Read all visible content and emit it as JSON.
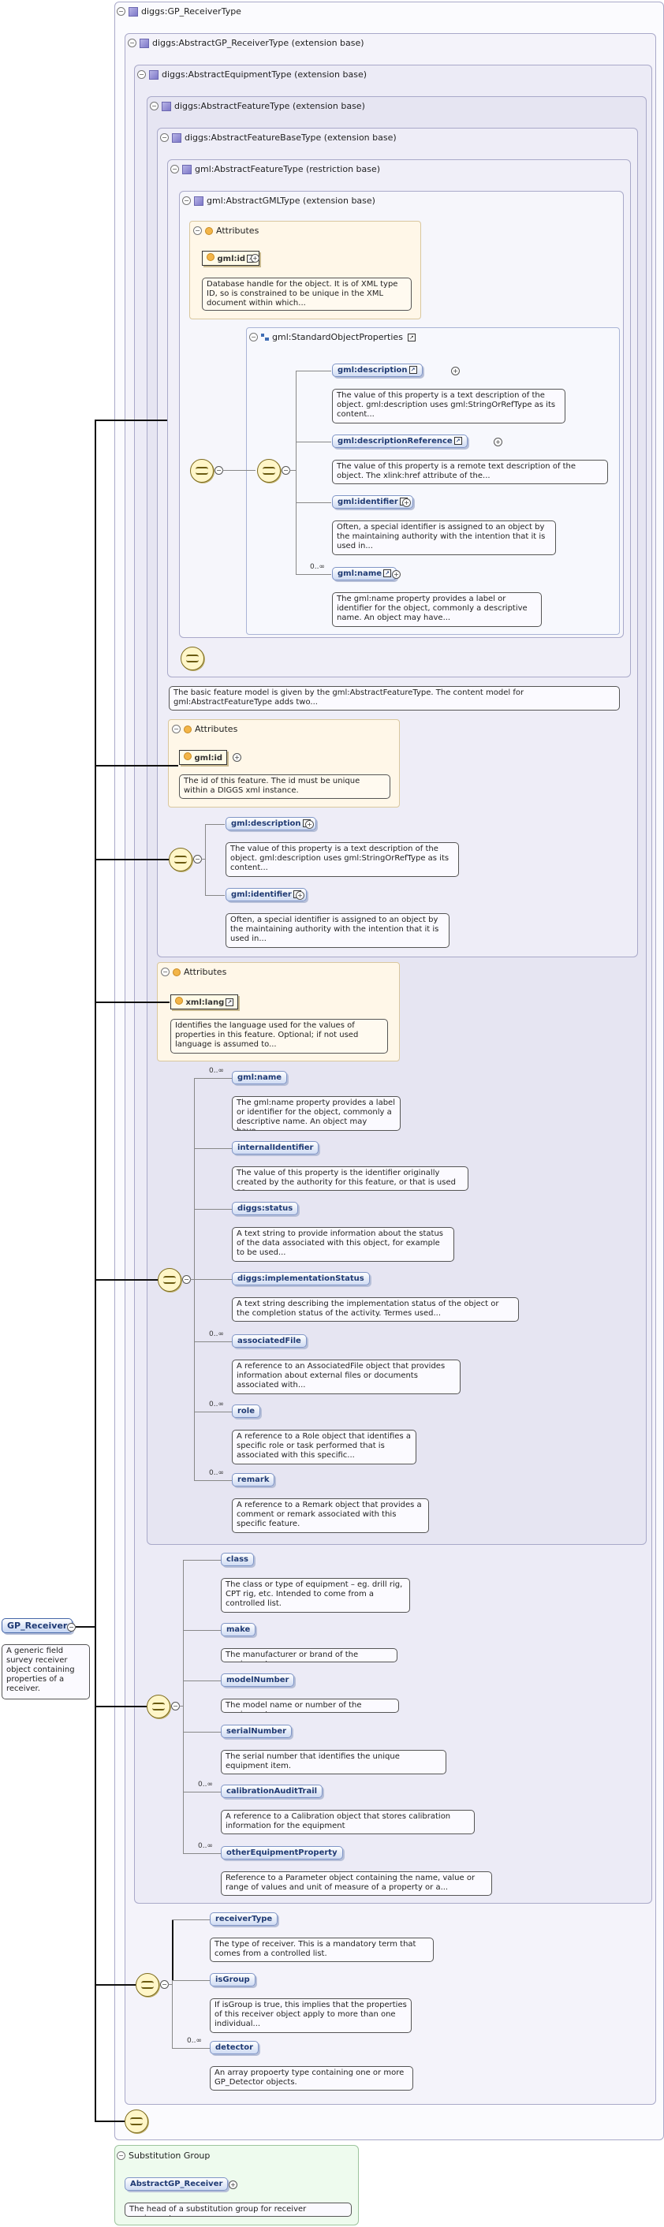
{
  "headers": {
    "receiver_type": "diggs:GP_ReceiverType",
    "abstract_gp_receiver": "diggs:AbstractGP_ReceiverType (extension base)",
    "abstract_equipment": "diggs:AbstractEquipmentType (extension base)",
    "abstract_feature": "diggs:AbstractFeatureType (extension base)",
    "abstract_feature_base": "diggs:AbstractFeatureBaseType (extension base)",
    "gml_abstract_feature": "gml:AbstractFeatureType (restriction base)",
    "gml_abstract_gml": "gml:AbstractGMLType (extension base)",
    "attributes": "Attributes",
    "std_object_props": "gml:StandardObjectProperties",
    "substitution_group": "Substitution Group"
  },
  "gml_attrs": {
    "id_name": "gml:id",
    "id_desc": "Database handle for the object. It is of XML type ID, so is constrained to be unique in the XML document within which..."
  },
  "std_props": [
    {
      "name": "gml:description",
      "desc": "The value of this property is a text description of the object. gml:description uses gml:StringOrRefType as its content..."
    },
    {
      "name": "gml:descriptionReference",
      "desc": "The value of this property is a remote text description of the object. The xlink:href attribute of the..."
    },
    {
      "name": "gml:identifier",
      "desc": "Often, a special identifier is assigned to an object by the maintaining authority with the intention that it is used in..."
    },
    {
      "name": "gml:name",
      "mult": "0..∞",
      "desc": "The gml:name property provides a label or identifier for the object, commonly a descriptive name. An object may have..."
    }
  ],
  "feature_type_desc": "The basic feature model is given by the gml:AbstractFeatureType. The content model for gml:AbstractFeatureType adds two...",
  "base_attrs": {
    "id_name": "gml:id",
    "id_desc": "The id of this feature. The id must be unique within a DIGGS xml instance."
  },
  "base_elems": [
    {
      "name": "gml:description",
      "desc": "The value of this property is a text description of the object. gml:description uses gml:StringOrRefType as its content..."
    },
    {
      "name": "gml:identifier",
      "desc": "Often, a special identifier is assigned to an object by the maintaining authority with the intention that it is used in..."
    }
  ],
  "feature_attrs": {
    "lang_name": "xml:lang",
    "lang_desc": "Identifies the language used for the values of properties in this feature. Optional; if not used language is assumed to..."
  },
  "feature_elems": [
    {
      "name": "gml:name",
      "mult": "0..∞",
      "desc": "The gml:name property provides a label or identifier for the object, commonly a descriptive name. An object may have..."
    },
    {
      "name": "internalIdentifier",
      "mult": "",
      "desc": "The value of this property is the identifier originally created by the authority for this feature, or that is used as..."
    },
    {
      "name": "diggs:status",
      "mult": "",
      "desc": "A text string to provide information about the status of the data associated with this object, for example to be used..."
    },
    {
      "name": "diggs:implementationStatus",
      "mult": "",
      "desc": "A text string describing the implementation status of the object or the completion status of the activity. Termes used..."
    },
    {
      "name": "associatedFile",
      "mult": "0..∞",
      "desc": "A reference to an AssociatedFile object that provides information about external files or documents associated with..."
    },
    {
      "name": "role",
      "mult": "0..∞",
      "desc": "A reference to a Role object that identifies a specific role or task performed that is associated with this specific..."
    },
    {
      "name": "remark",
      "mult": "0..∞",
      "desc": "A reference to a Remark object that provides a comment or remark associated with this specific feature."
    }
  ],
  "equipment_elems": [
    {
      "name": "class",
      "mult": "",
      "desc": "The class or type of equipment – eg. drill rig, CPT rig, etc. Intended to come from a controlled list."
    },
    {
      "name": "make",
      "mult": "",
      "desc": "The manufacturer or brand of the equipment"
    },
    {
      "name": "modelNumber",
      "mult": "",
      "desc": "The model name or number of the equipment"
    },
    {
      "name": "serialNumber",
      "mult": "",
      "desc": "The serial number that identifies the unique equipment item."
    },
    {
      "name": "calibrationAuditTrail",
      "mult": "0..∞",
      "desc": "A reference to a Calibration object that stores calibration information for the equipment"
    },
    {
      "name": "otherEquipmentProperty",
      "mult": "0..∞",
      "desc": "Reference to a Parameter object containing the name, value or range of values and unit of measure of a property or a..."
    }
  ],
  "receiver_elems": [
    {
      "name": "receiverType",
      "mult": "",
      "desc": "The type of receiver. This is a mandatory term that comes from a controlled list."
    },
    {
      "name": "isGroup",
      "mult": "",
      "desc": "If isGroup is true, this implies that the properties of this receiver object apply to more than one individual..."
    },
    {
      "name": "detector",
      "mult": "0..∞",
      "desc": "An array propoerty type containing one or more GP_Detector objects."
    }
  ],
  "root": {
    "name": "GP_Receiver",
    "desc": "A generic field survey receiver object containing properties of a receiver."
  },
  "subst": {
    "name": "AbstractGP_Receiver",
    "desc": "The head of a substitution group for receiver equipment."
  }
}
